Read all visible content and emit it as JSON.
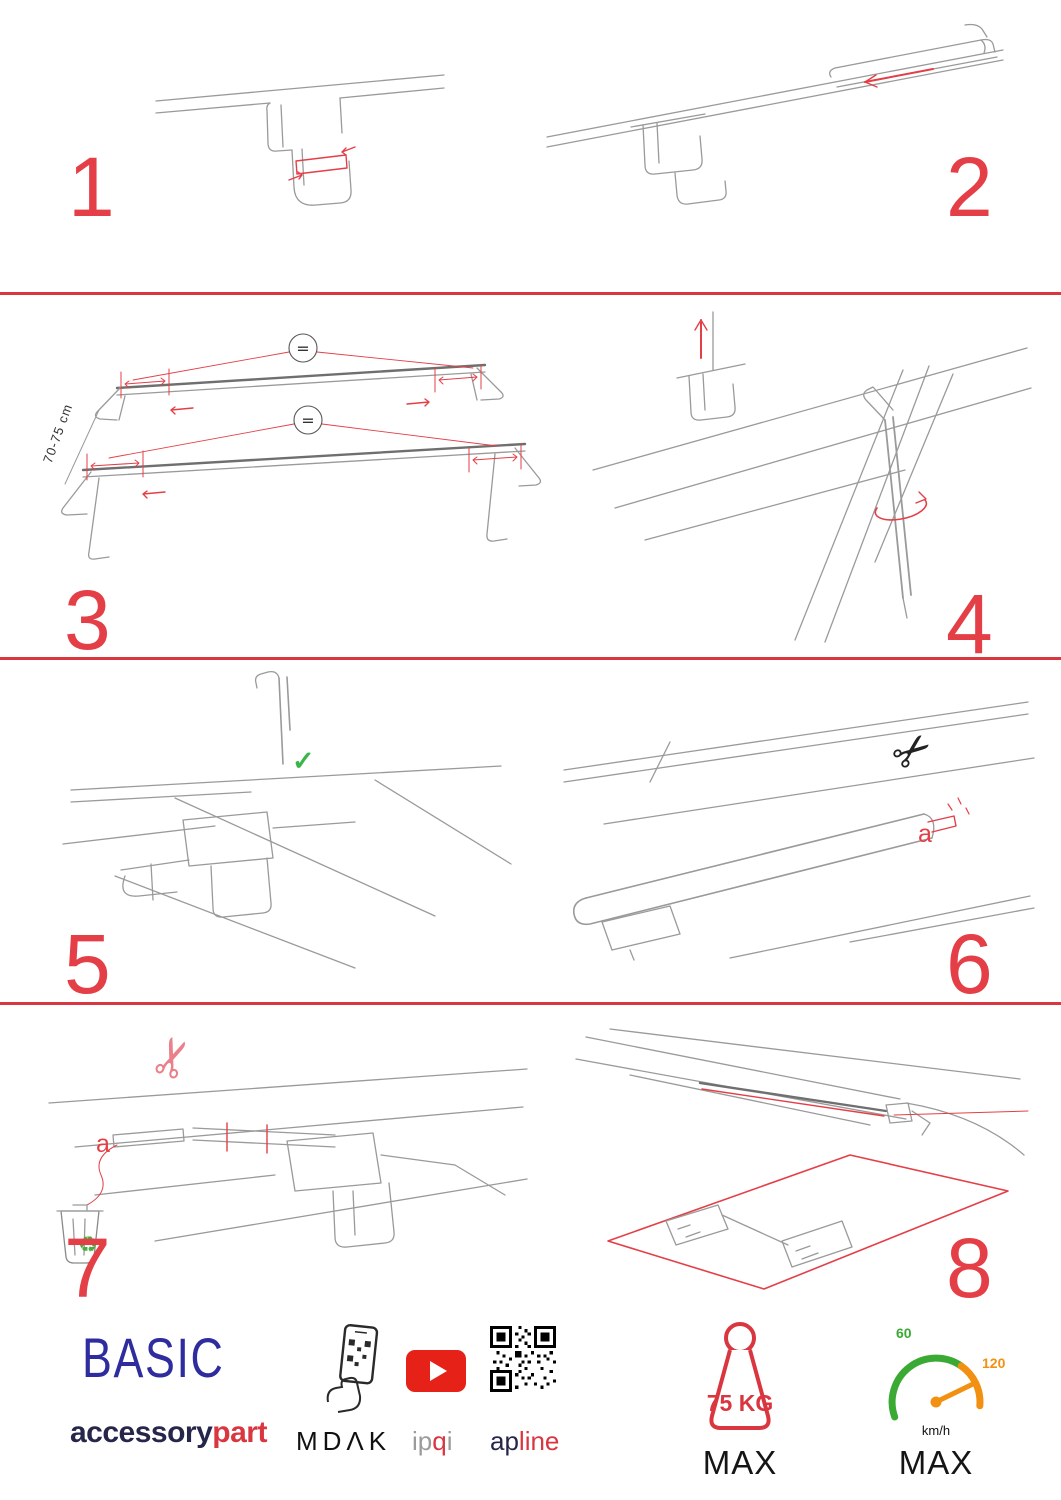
{
  "colors": {
    "accent_red": "#e43f47",
    "divider_red": "#d93640",
    "brand_blue": "#2e2c9e",
    "dark_navy": "#26264a",
    "youtube_red": "#e62117",
    "gauge_green": "#3aaa35",
    "gauge_orange": "#f29111",
    "check_green": "#3bb54a"
  },
  "icons": {
    "scissors": "✂",
    "check": "✓",
    "recycle": "♻"
  },
  "steps": [
    {
      "number": "1"
    },
    {
      "number": "2"
    },
    {
      "number": "3",
      "dim_label": "70-75 cm",
      "equal_symbol": "="
    },
    {
      "number": "4"
    },
    {
      "number": "5"
    },
    {
      "number": "6",
      "label_a": "a"
    },
    {
      "number": "7",
      "label_a": "a"
    },
    {
      "number": "8"
    }
  ],
  "footer": {
    "brand_title": "BASIC",
    "brand_word_dark": "accessory",
    "brand_word_red": "part",
    "logo_mdak": "MDΛK",
    "logo_ip": "ip",
    "logo_q": "q",
    "logo_i": "i",
    "logo_ap": "ap",
    "logo_line": "line",
    "weight_value": "75 KG",
    "weight_max": "MAX",
    "speed_60": "60",
    "speed_120": "120",
    "speed_unit": "km/h",
    "speed_max": "MAX"
  }
}
